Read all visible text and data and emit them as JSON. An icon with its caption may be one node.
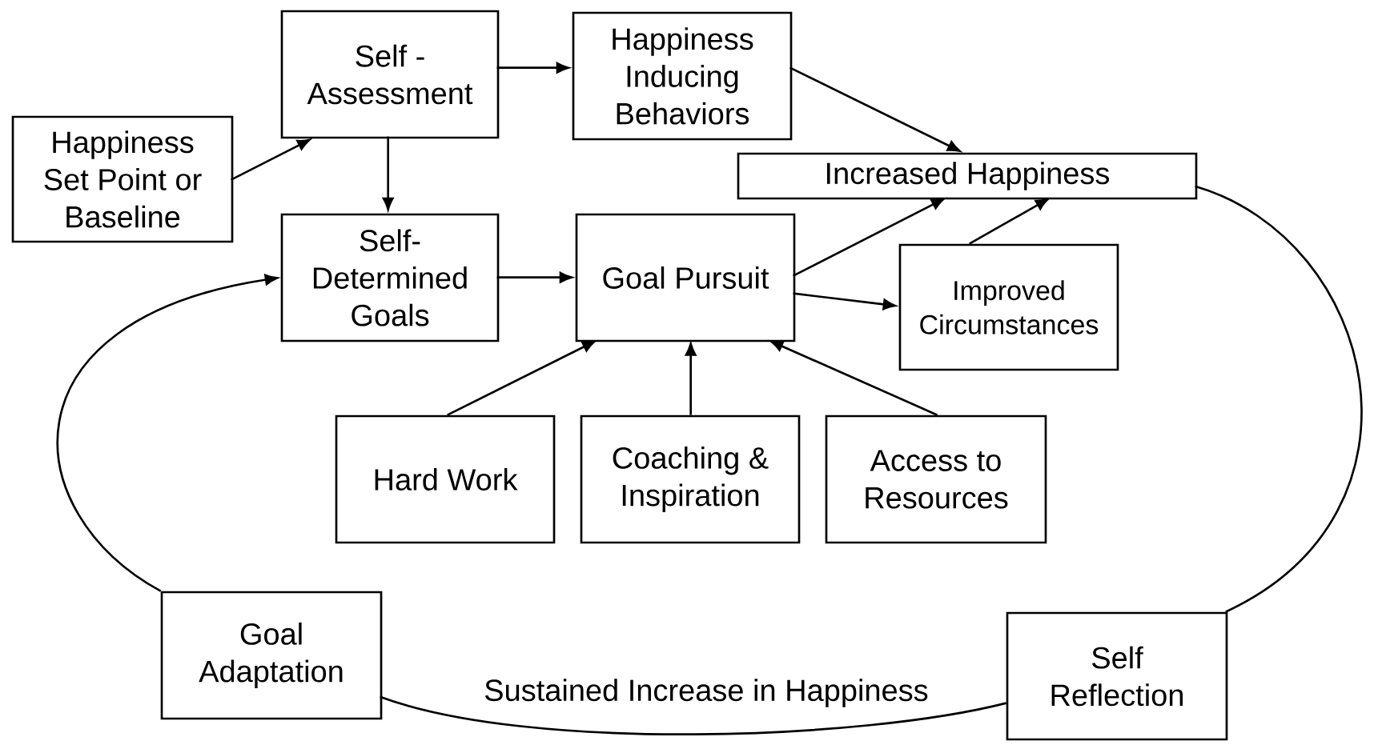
{
  "diagram": {
    "nodes": [
      {
        "text": [
          "Self - Assessment"
        ]
      },
      {
        "text": [
          "Happiness Inducing Behaviors"
        ]
      },
      {
        "text": [
          "Happiness Set Point or Baseline"
        ]
      },
      {
        "text": [
          "Increased Happiness"
        ]
      },
      {
        "text": [
          "Self-Determined Goals"
        ]
      },
      {
        "text": [
          "Goal Pursuit"
        ]
      },
      {
        "text": [
          "Improved Circumstances"
        ]
      },
      {
        "text": [
          "Hard Work"
        ]
      },
      {
        "text": [
          "Coaching & Inspiration"
        ]
      },
      {
        "text": [
          "Access to Resources"
        ]
      },
      {
        "text": [
          "Goal Adaptation"
        ]
      },
      {
        "text": [
          "Self Reflection"
        ]
      }
    ],
    "edges": [
      {
        "from": 2,
        "to": 0,
        "arrow": "to"
      },
      {
        "from": 0,
        "to": 1,
        "arrow": "to"
      },
      {
        "from": 0,
        "to": 4,
        "arrow": "to"
      },
      {
        "from": 1,
        "to": 3,
        "arrow": "to"
      },
      {
        "from": 4,
        "to": 5,
        "arrow": "to"
      },
      {
        "from": 5,
        "to": 3,
        "arrow": "to"
      },
      {
        "from": 5,
        "to": 6,
        "arrow": "to"
      },
      {
        "from": 6,
        "to": 3,
        "arrow": "to"
      },
      {
        "from": 7,
        "to": 5,
        "arrow": "to"
      },
      {
        "from": 8,
        "to": 5,
        "arrow": "to"
      },
      {
        "from": 9,
        "to": 5,
        "arrow": "to"
      },
      {
        "from": 3,
        "to": 11,
        "arrow": "none"
      },
      {
        "from": 11,
        "to": 10,
        "arrow": "none",
        "label": "Sustained Increase in Happiness"
      },
      {
        "from": 10,
        "to": 4,
        "arrow": "to"
      }
    ]
  }
}
